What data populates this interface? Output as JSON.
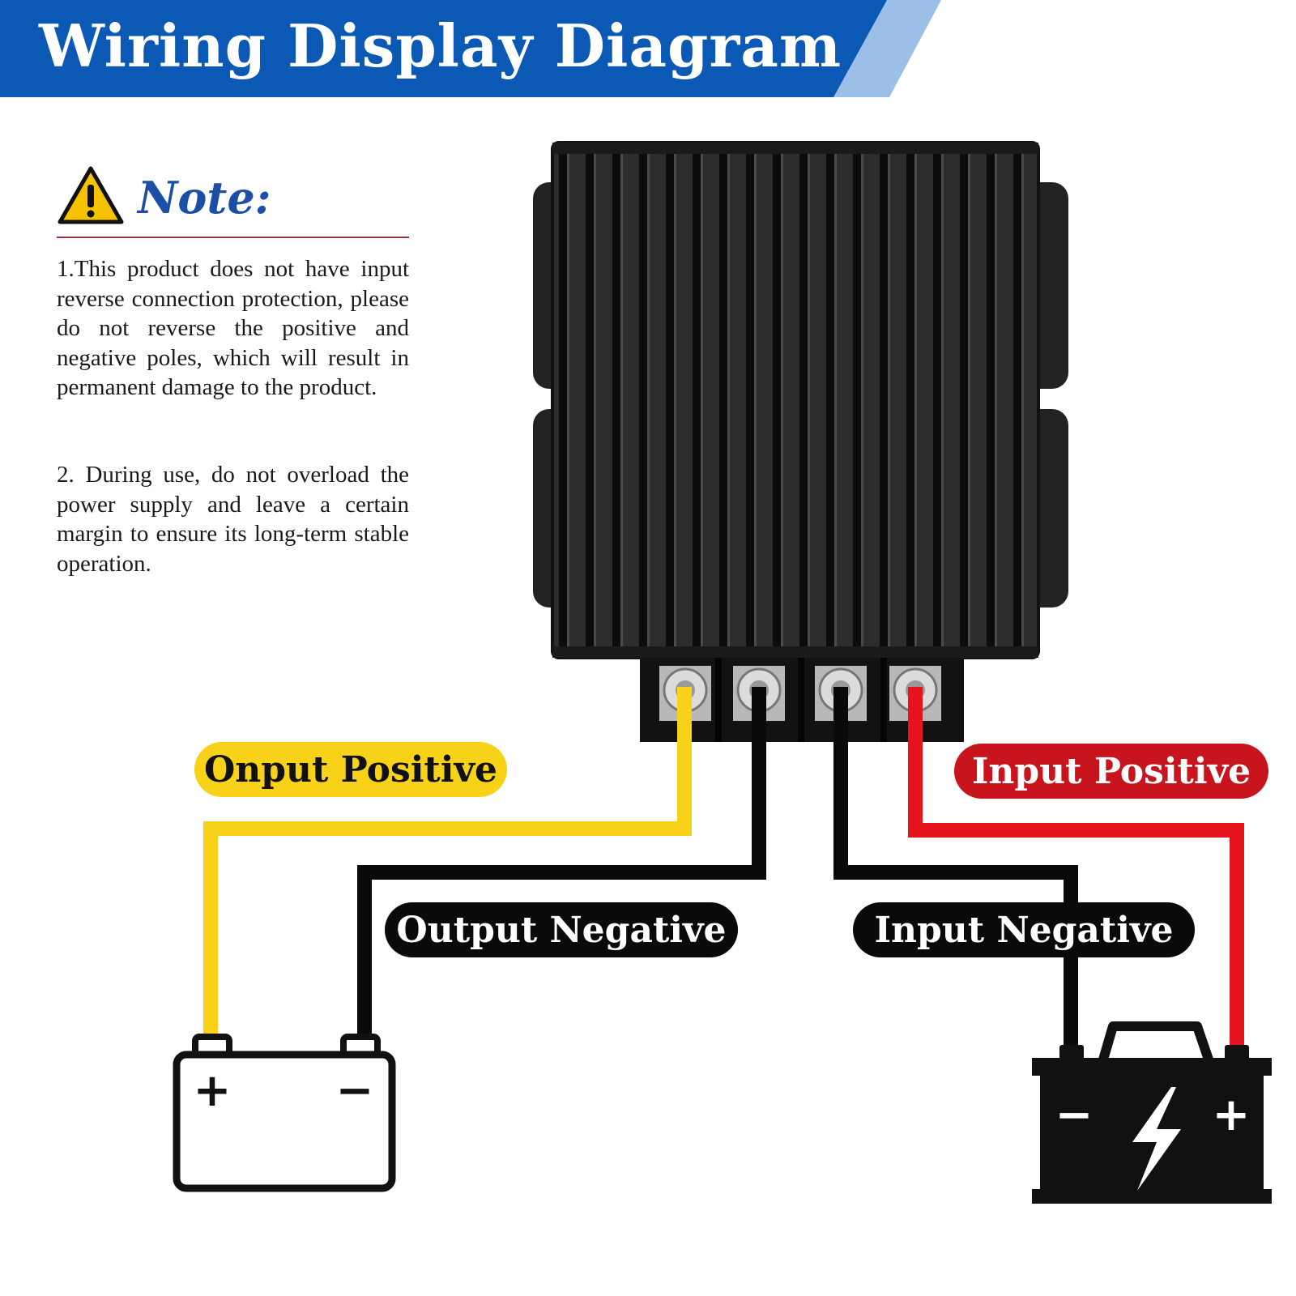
{
  "header": {
    "title": "Wiring Display Diagram",
    "band_color": "#0b58b5",
    "accent_color": "#9bbfe6"
  },
  "note": {
    "label": "Note:",
    "icon": "warning-icon",
    "items": [
      "1.This product does not have input reverse connection protection, please do not reverse the positive and negative poles, which will result in permanent damage to the product.",
      "2. During use, do not overload the power supply and leave a certain margin to ensure its long-term stable operation."
    ]
  },
  "diagram": {
    "device": "converter-heatsink",
    "labels": {
      "output_positive": "Onput Positive",
      "output_negative": "Output Negative",
      "input_positive": "Input Positive",
      "input_negative": "Input Negative"
    },
    "wire_colors": {
      "output_positive": "#f7d219",
      "output_negative": "#0a0a0a",
      "input_negative": "#0a0a0a",
      "input_positive": "#e6141c"
    },
    "batteries": {
      "output": {
        "icon": "battery-outline-icon",
        "plus": "+",
        "minus": "−"
      },
      "input": {
        "icon": "battery-filled-icon",
        "plus": "+",
        "minus": "−"
      }
    }
  }
}
